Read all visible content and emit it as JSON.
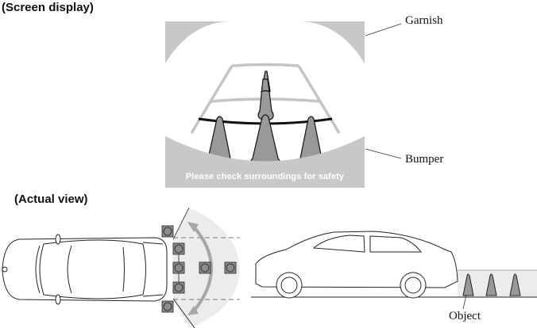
{
  "headings": {
    "screen_display": "(Screen display)",
    "actual_view": "(Actual view)"
  },
  "screen": {
    "message": "Please check surroundings for safety",
    "callouts": {
      "garnish": "Garnish",
      "bumper": "Bumper"
    }
  },
  "side_view": {
    "callout_object": "Object"
  },
  "colors": {
    "garnish_gray": "#c8c8c8",
    "cone_fill": "#999999",
    "guide_line_gray": "#c4c4c4",
    "distance_line_black": "#111111",
    "detection_zone": "#ececec",
    "sensor_fill": "#8c8c8c",
    "arrow_gray": "#a6a6a6"
  }
}
